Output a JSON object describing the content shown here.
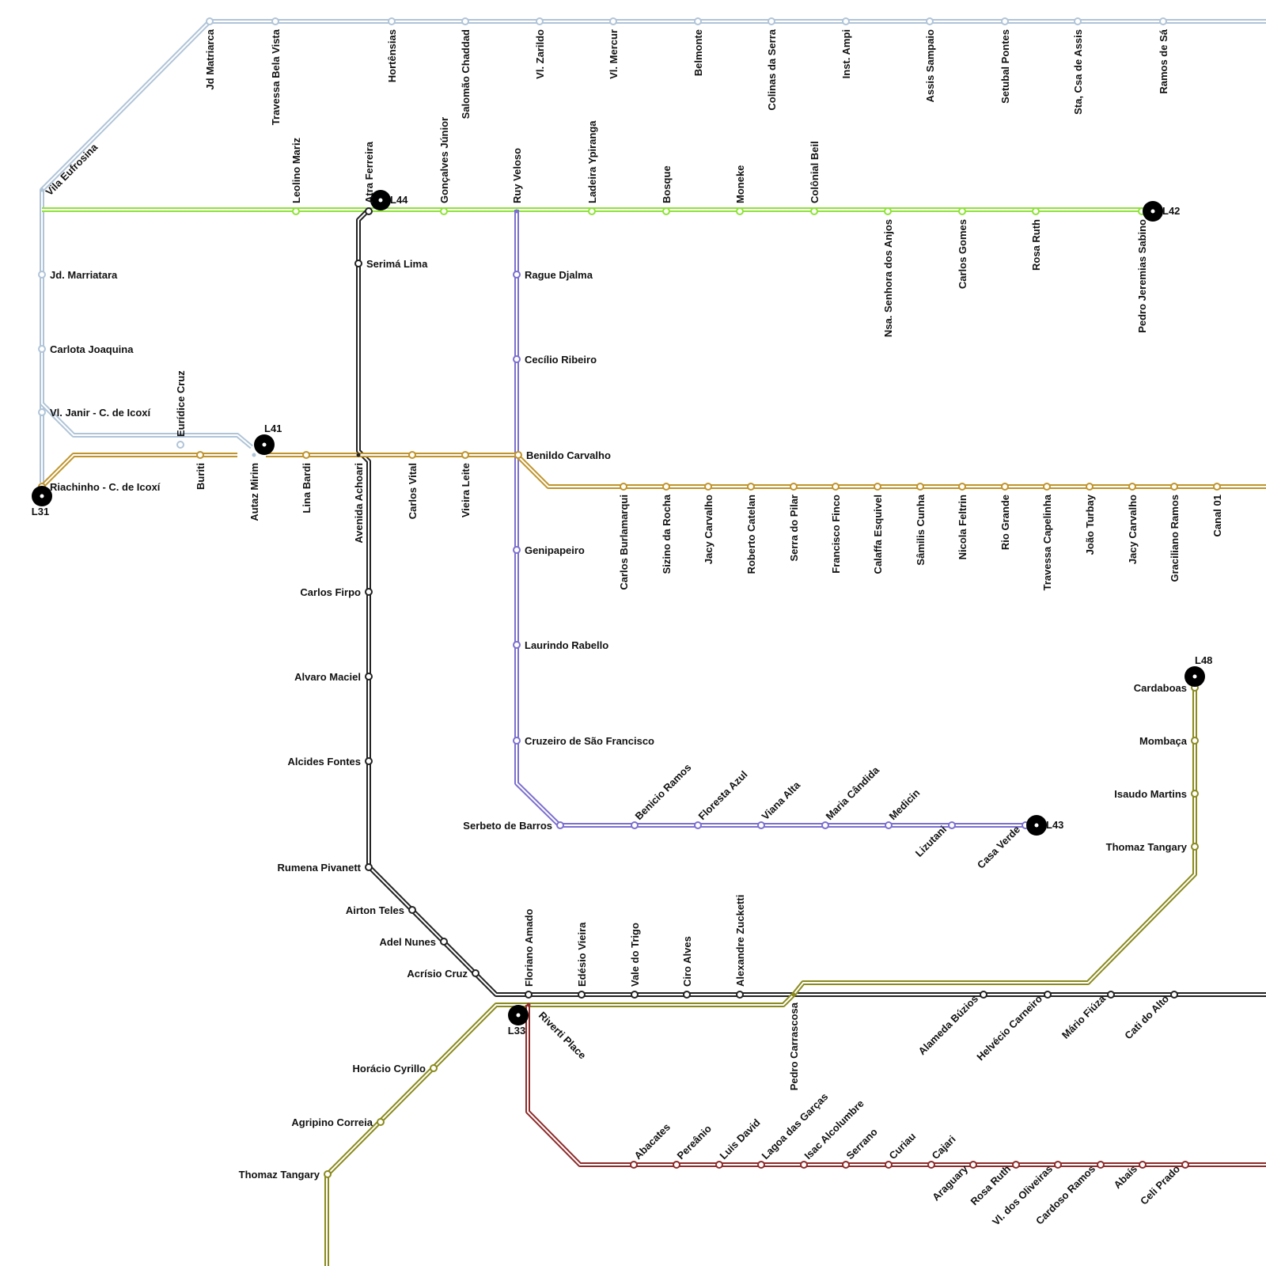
{
  "lines": [
    {
      "id": "L31",
      "color": "#b0c4d8",
      "terminal_label": "L31",
      "stations": [
        "Vila Eufrosina",
        "Jd Matriarca",
        "Travessa Bela Vista",
        "Hortênsias",
        "Salomão Chaddad",
        "Vl. Zarildo",
        "Vl. Mercur",
        "Belmonte",
        "Colinas da Serra",
        "Inst. Ampi",
        "Assis Sampaio",
        "Setubal Pontes",
        "Sta, Csa de Assis",
        "Ramos de Sá",
        "Jd. Marriatara",
        "Carlota Joaquina",
        "Vl. Janir - C. de Icoxí",
        "Eurídice Cruz",
        "Autaz Mirim"
      ]
    },
    {
      "id": "L42",
      "color": "#8fe23a",
      "terminal_label": "L42",
      "stations": [
        "Leolino Mariz",
        "Gonçalves Júnior",
        "Ladeira Ypiranga",
        "Bosque",
        "Moneke",
        "Colônial Beil",
        "Nsa. Senhora dos Anjos",
        "Carlos Gomes",
        "Rosa Ruth",
        "Pedro Jeremias Sabino"
      ]
    },
    {
      "id": "L44",
      "color": "#222222",
      "terminal_label": "L44",
      "stations": [
        "Atra Ferreira",
        "Serimá Lima",
        "Avenida Achoari",
        "Carlos Firpo",
        "Alvaro Maciel",
        "Alcides Fontes",
        "Rumena Pivanett",
        "Airton Teles",
        "Adel Nunes",
        "Acrísio Cruz",
        "Floriano Amado",
        "Edésio Vieira",
        "Vale do Trigo",
        "Ciro Alves",
        "Alexandre Zucketti",
        "Alameda Búzios",
        "Helvécio Carneiro",
        "Mário Fiúza",
        "Cati do Alto"
      ]
    },
    {
      "id": "L43",
      "color": "#7b6fcf",
      "terminal_label": "L43",
      "stations": [
        "Ruy Veloso",
        "Rague Djalma",
        "Cecílio Ribeiro",
        "Genipapeiro",
        "Laurindo Rabello",
        "Cruzeiro de São Francisco",
        "Serbeto de Barros",
        "Benicio Ramos",
        "Floresta Azul",
        "Viana Alta",
        "Maria Cândida",
        "Medicin",
        "Lizutani",
        "Casa Verde"
      ]
    },
    {
      "id": "L41",
      "color": "#c0942b",
      "terminal_label": "L41",
      "stations": [
        "Riachinho - C. de Icoxí",
        "Buriti",
        "Lina Bardi",
        "Carlos Vital",
        "Vieira Leite",
        "Benildo Carvalho",
        "Carlos Burlamarqui",
        "Sizino da Rocha",
        "Jacy Carvalho",
        "Roberto Catelan",
        "Serra do Pilar",
        "Francisco Finco",
        "Calaffa Esquivel",
        "Sâmilis Cunha",
        "Nicola Feltrin",
        "Rio Grande",
        "Travessa Capelinha",
        "João Turbay",
        "Jacy Carvalho",
        "Graciliano Ramos",
        "Canal 01"
      ]
    },
    {
      "id": "L48",
      "color": "#8a8a1e",
      "terminal_label": "L48",
      "stations": [
        "Cardaboas",
        "Mombaça",
        "Isaudo Martins",
        "Thomaz Tangary",
        "Pedro Carrascosa",
        "Horácio Cyrillo",
        "Agripino Correia",
        "Thomaz Tangary"
      ]
    },
    {
      "id": "L33",
      "color": "#8e2a2a",
      "terminal_label": "L33",
      "stations": [
        "Riverti Place",
        "Abacates",
        "Pereânio",
        "Luis David",
        "Lagoa das Garças",
        "Isac Alcolumbre",
        "Serrano",
        "Curiau",
        "Cajari",
        "Araguary",
        "Rosa Ruth",
        "Vl. dos Oliveiras",
        "Cardoso Ramos",
        "Abaís",
        "Celi Prado"
      ]
    }
  ]
}
